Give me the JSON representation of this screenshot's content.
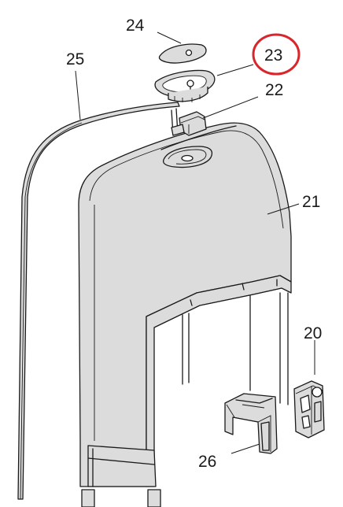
{
  "diagram": {
    "callouts": {
      "c20": "20",
      "c21": "21",
      "c22": "22",
      "c23": "23",
      "c24": "24",
      "c25": "25",
      "c26": "26"
    },
    "highlight_color": "#d9262c",
    "part_fill": "#dcdcdc",
    "line_color": "#1a1a1a"
  }
}
